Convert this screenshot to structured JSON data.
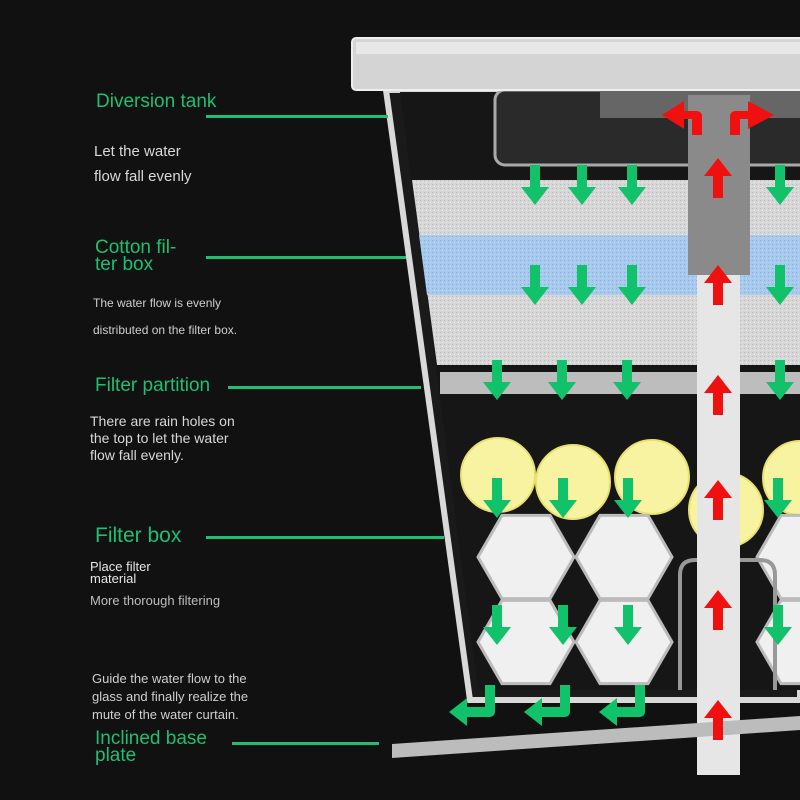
{
  "labels": {
    "diversion_tank": {
      "title": "Diversion tank",
      "desc": [
        "Let the water",
        "flow fall evenly"
      ]
    },
    "cotton_filter_box": {
      "title": [
        "Cotton fil-",
        "ter box"
      ],
      "desc": [
        "The water flow is evenly",
        "distributed on the filter box."
      ]
    },
    "filter_partition": {
      "title": "Filter partition",
      "desc": [
        "There are rain holes on",
        "the top to let the water",
        "flow fall evenly."
      ]
    },
    "filter_box": {
      "title": "Filter box",
      "desc": [
        "Place filter",
        "material",
        "More thorough filtering"
      ]
    },
    "inclined_base_plate": {
      "title": [
        "Inclined base",
        "plate"
      ],
      "desc": [
        "Guide the water flow to the",
        "glass and finally realize the",
        "mute of the water curtain."
      ]
    }
  },
  "colors": {
    "accent": "#1dbf73",
    "flow_down": "#12c26a",
    "flow_up": "#f01010",
    "cotton_blue": "#9cc4ee",
    "media_yellow": "#f7f3a0"
  }
}
